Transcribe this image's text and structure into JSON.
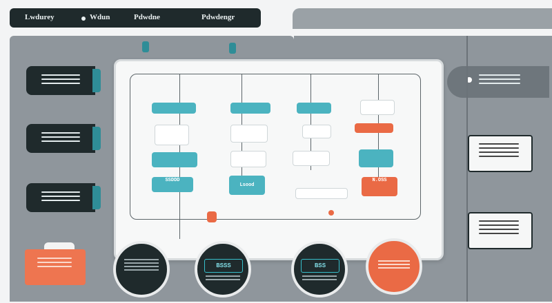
{
  "topbar": {
    "item1": "Lwdurey",
    "item2": "Wdun",
    "item3": "Pdwdne",
    "item4": "Pdwdengr"
  },
  "board": {
    "label_a": "SSDDD",
    "label_b": "Lsood",
    "label_c": "N.OSS"
  },
  "circles": [
    {
      "label": ""
    },
    {
      "label": "BSSS"
    },
    {
      "label": "BSS"
    },
    {
      "label": ""
    }
  ],
  "colors": {
    "dark": "#1f2a2c",
    "teal": "#2f8d97",
    "orange": "#ea6a45",
    "gray": "#8f969c"
  },
  "icons": [
    "folder-icon",
    "list-icon"
  ]
}
